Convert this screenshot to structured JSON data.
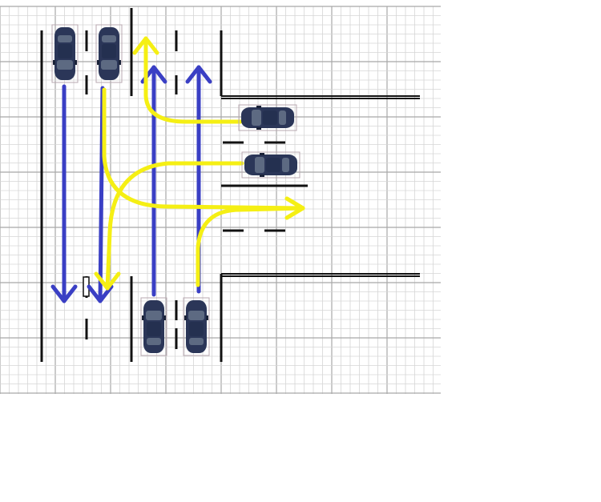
{
  "diagram": {
    "colors": {
      "background": "#ffffff",
      "grid_minor": "#d6d6d6",
      "grid_major": "#a8a8a8",
      "road_line": "#111111",
      "car_body": "#2b3658",
      "car_glass": "#5d6a82",
      "car_frame": "#b8a8b0",
      "straight_arrow": "#3a3fc4",
      "turn_arrow": "#f5ef14"
    },
    "cars": [
      {
        "id": "car-southbound-left",
        "heading": "south"
      },
      {
        "id": "car-southbound-right",
        "heading": "south"
      },
      {
        "id": "car-northbound-left",
        "heading": "north"
      },
      {
        "id": "car-northbound-right",
        "heading": "north"
      },
      {
        "id": "car-westbound-upper",
        "heading": "west"
      },
      {
        "id": "car-westbound-lower",
        "heading": "west"
      }
    ],
    "arrows": [
      {
        "id": "straight-southbound-left",
        "kind": "straight",
        "direction": "south"
      },
      {
        "id": "straight-southbound-right",
        "kind": "straight",
        "direction": "south"
      },
      {
        "id": "straight-northbound-left",
        "kind": "straight",
        "direction": "north"
      },
      {
        "id": "straight-northbound-right",
        "kind": "straight",
        "direction": "north"
      },
      {
        "id": "turn-westbound-to-north",
        "kind": "turn",
        "direction": "north"
      },
      {
        "id": "turn-westbound-to-south",
        "kind": "turn",
        "direction": "south"
      },
      {
        "id": "turn-southbound-to-east",
        "kind": "turn",
        "direction": "east"
      },
      {
        "id": "turn-northbound-to-east",
        "kind": "turn",
        "direction": "east"
      }
    ]
  }
}
